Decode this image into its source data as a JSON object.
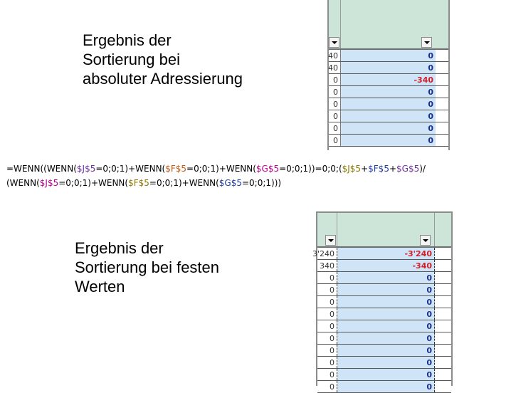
{
  "captions": {
    "top": "Ergebnis der\nSortierung bei\nabsoluter Adressierung",
    "bottom": "Ergebnis der\nSortierung bei festen\nWerten"
  },
  "formula": {
    "line1": [
      {
        "text": "=WENN((WENN(",
        "color": "#000000"
      },
      {
        "text": "$J$5",
        "color": "#7030a0"
      },
      {
        "text": "=0;0;1)+WENN(",
        "color": "#000000"
      },
      {
        "text": "$F$5",
        "color": "#c65911"
      },
      {
        "text": "=0;0;1)+WENN(",
        "color": "#000000"
      },
      {
        "text": "$G$5",
        "color": "#c0008f"
      },
      {
        "text": "=0;0;1))=0;0;(",
        "color": "#000000"
      },
      {
        "text": "$J$5",
        "color": "#8c7a00"
      },
      {
        "text": "+",
        "color": "#000000"
      },
      {
        "text": "$F$5",
        "color": "#1f3ea8"
      },
      {
        "text": "+",
        "color": "#000000"
      },
      {
        "text": "$G$5",
        "color": "#7030a0"
      },
      {
        "text": ")/",
        "color": "#000000"
      }
    ],
    "line2": [
      {
        "text": "(WENN(",
        "color": "#000000"
      },
      {
        "text": "$J$5",
        "color": "#c0008f"
      },
      {
        "text": "=0;0;1)+WENN(",
        "color": "#000000"
      },
      {
        "text": "$F$5",
        "color": "#8c7a00"
      },
      {
        "text": "=0;0;1)+WENN(",
        "color": "#000000"
      },
      {
        "text": "$G$5",
        "color": "#1f3ea8"
      },
      {
        "text": "=0;0;1)))",
        "color": "#000000"
      }
    ]
  },
  "sheet1": {
    "rows": [
      {
        "a": "40",
        "b": "0",
        "neg": false
      },
      {
        "a": "40",
        "b": "0",
        "neg": false
      },
      {
        "a": "0",
        "b": "-340",
        "neg": true
      },
      {
        "a": "0",
        "b": "0",
        "neg": false
      },
      {
        "a": "0",
        "b": "0",
        "neg": false
      },
      {
        "a": "0",
        "b": "0",
        "neg": false
      },
      {
        "a": "0",
        "b": "0",
        "neg": false
      },
      {
        "a": "0",
        "b": "0",
        "neg": false
      }
    ]
  },
  "sheet2": {
    "rows": [
      {
        "a": "3'240",
        "b": "-3'240",
        "neg": true
      },
      {
        "a": "340",
        "b": "-340",
        "neg": true
      },
      {
        "a": "0",
        "b": "0",
        "neg": false
      },
      {
        "a": "0",
        "b": "0",
        "neg": false
      },
      {
        "a": "0",
        "b": "0",
        "neg": false
      },
      {
        "a": "0",
        "b": "0",
        "neg": false
      },
      {
        "a": "0",
        "b": "0",
        "neg": false
      },
      {
        "a": "0",
        "b": "0",
        "neg": false
      },
      {
        "a": "0",
        "b": "0",
        "neg": false
      },
      {
        "a": "0",
        "b": "0",
        "neg": false
      },
      {
        "a": "0",
        "b": "0",
        "neg": false
      },
      {
        "a": "0",
        "b": "0",
        "neg": false
      }
    ]
  },
  "colors": {
    "header_bg": "#cce5d8",
    "cell_bg": "#cfe4f6",
    "positive": "#1c2f8c",
    "negative": "#d21f2a"
  },
  "icons": {
    "filter_dropdown": "chevron-down-icon"
  }
}
